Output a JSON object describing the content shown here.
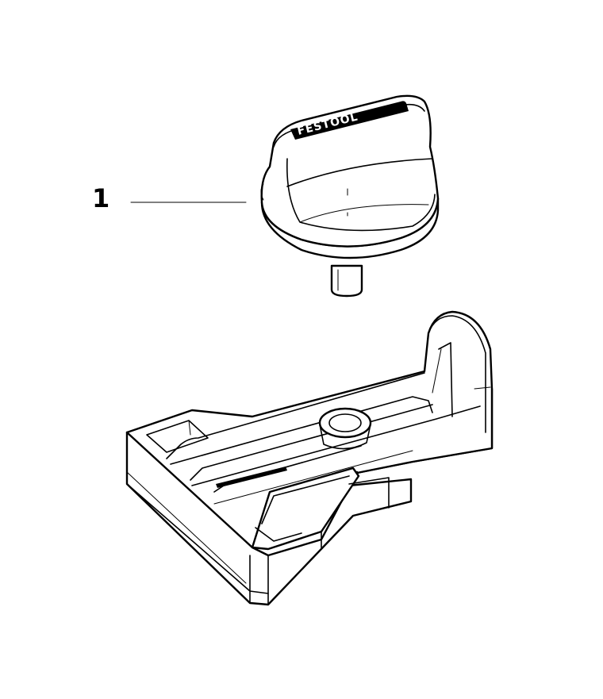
{
  "callouts": [
    {
      "number": "1",
      "part": "knob"
    }
  ],
  "knob": {
    "brand_text": "FESTOOL"
  },
  "colors": {
    "line": "#000000",
    "background": "#ffffff"
  }
}
